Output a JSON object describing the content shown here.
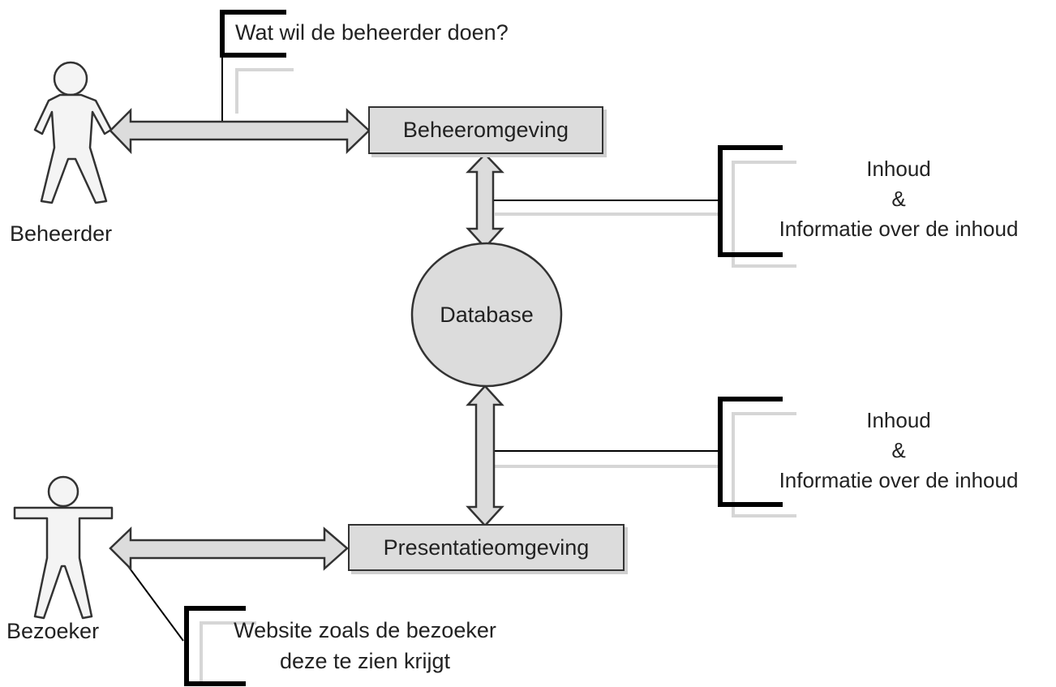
{
  "actors": {
    "admin_label": "Beheerder",
    "visitor_label": "Bezoeker"
  },
  "nodes": {
    "admin_env": "Beheeromgeving",
    "database": "Database",
    "presentation_env": "Presentatieomgeving"
  },
  "annotations": {
    "admin_question": "Wat wil de beheerder doen?",
    "content_top": {
      "line1": "Inhoud",
      "line2": "&",
      "line3": "Informatie over de inhoud"
    },
    "content_bottom": {
      "line1": "Inhoud",
      "line2": "&",
      "line3": "Informatie over de inhoud"
    },
    "website_view": {
      "line1": "Website zoals de bezoeker",
      "line2": "deze te zien krijgt"
    }
  },
  "colors": {
    "shape_fill": "#dcdcdc",
    "stroke": "#333333",
    "bracket": "#000000",
    "shadow": "#cfcfcf"
  }
}
